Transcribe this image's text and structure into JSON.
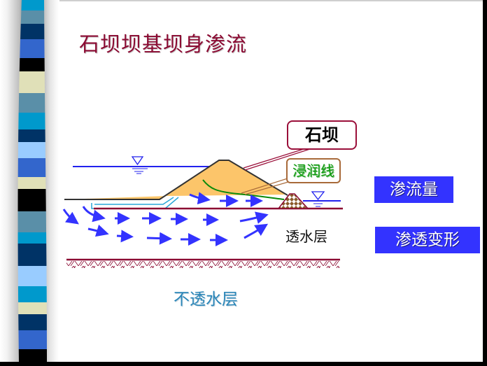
{
  "slide": {
    "title": "石坝坝基坝身渗流",
    "background": "#ffffff"
  },
  "diagram": {
    "labels": {
      "dam": "石坝",
      "phreatic_line": "浸润线",
      "permeable_layer": "透水层",
      "impermeable_layer": "不透水层"
    },
    "colors": {
      "dam_fill": "#fcc56a",
      "water_line": "#2222ee",
      "phreatic_line": "#0a8a0a",
      "flow_arrows": "#3333ff",
      "foundation_line": "#8b0a32",
      "blanket": "#29a7d8",
      "title": "#8b0a32"
    }
  },
  "buttons": [
    {
      "label": "渗流量"
    },
    {
      "label": "渗透变形"
    }
  ],
  "sidebar_stripes": [
    "#0099cc",
    "#5a8fa8",
    "#003366",
    "#3366cc",
    "#000000",
    "#e0e0b8",
    "#5a8fa8",
    "#0099cc",
    "#003366",
    "#99ccff",
    "#3366cc",
    "#e0e0b8",
    "#000000",
    "#5a8fa8",
    "#0099cc",
    "#003366",
    "#99ccff",
    "#0099cc",
    "#e0e0b8",
    "#003366",
    "#3366cc",
    "#000000"
  ]
}
